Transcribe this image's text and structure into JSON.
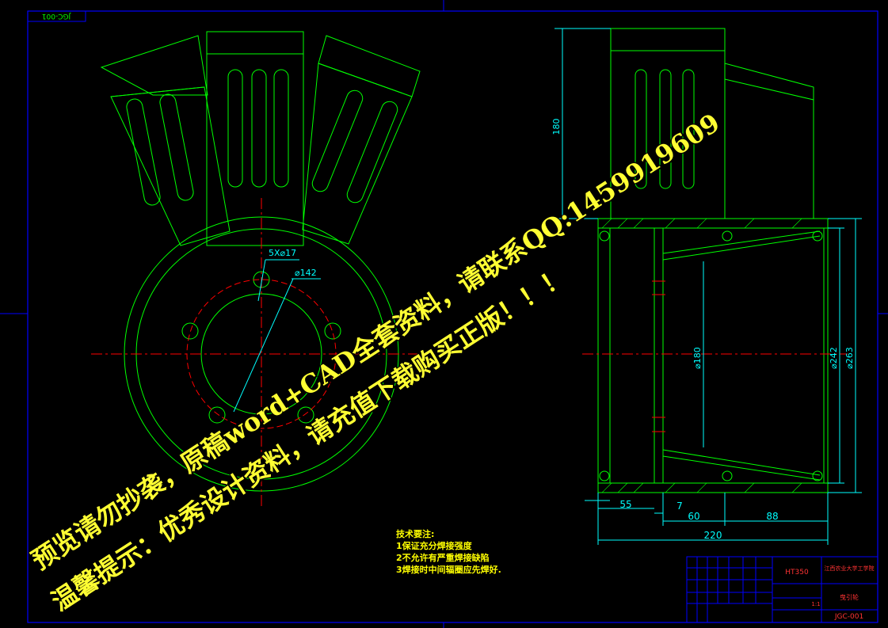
{
  "drawing": {
    "code_flipped": "JGC-001",
    "dims": {
      "holes": "5X⌀17",
      "pcd": "⌀142",
      "height_180": "180",
      "bore_180": "⌀180",
      "d242": "⌀242",
      "d263": "⌀263",
      "l55": "55",
      "l7": "7",
      "l60": "60",
      "l88": "88",
      "l220": "220"
    }
  },
  "notes": {
    "title": "技术要注:",
    "items": [
      "1保证充分焊接强度",
      "2不允许有严重焊接缺陷",
      "3焊接时中间辐圈应先焊好."
    ]
  },
  "title_block": {
    "material": "HT350",
    "school": "江西农业大学工学院",
    "part_name": "曳引轮",
    "code": "JGC-001",
    "scale": "1:1"
  },
  "watermark": {
    "line1": "预览请勿抄袭，原稿word+CAD全套资料，请联系QQ:1459919609",
    "line2": "温馨提示：优秀设计资料，请充值下载购买正版！！！"
  },
  "colors": {
    "outline": "#00ff00",
    "dimension": "#00ffff",
    "centerline": "#ff0000",
    "border": "#0000ff",
    "watermark": "#ffff33"
  }
}
